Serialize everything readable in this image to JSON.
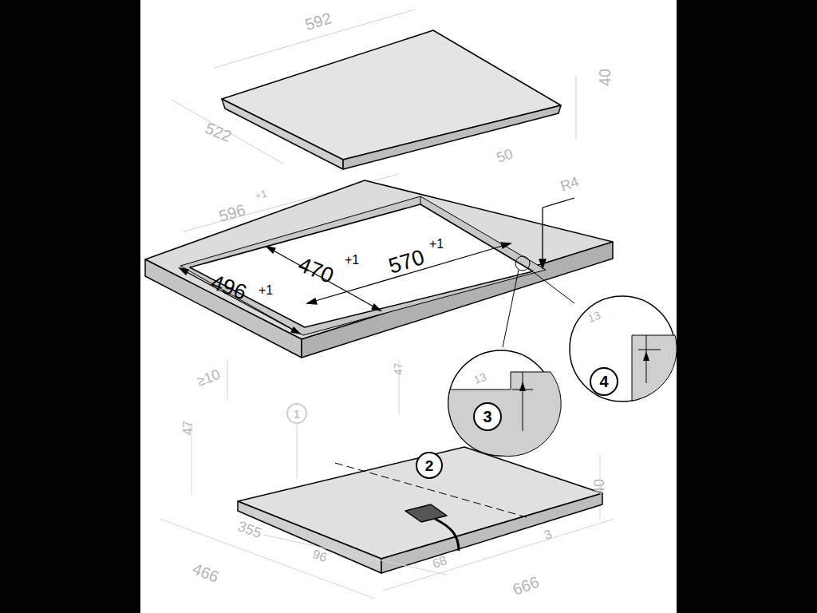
{
  "diagram": {
    "nodes": [
      {
        "text": [
          "1"
        ]
      },
      {
        "text": [
          "2"
        ]
      },
      {
        "text": [
          "3"
        ]
      },
      {
        "text": [
          "4"
        ]
      }
    ],
    "labels": [
      "592",
      "40",
      "522",
      "50",
      "R4",
      "596",
      "+1",
      "470",
      "+1",
      "570",
      "+1",
      "496",
      "+1",
      "≥10",
      "47",
      "13",
      "13",
      "47",
      "40",
      "355",
      "466",
      "96",
      "68",
      "666",
      "3"
    ]
  }
}
